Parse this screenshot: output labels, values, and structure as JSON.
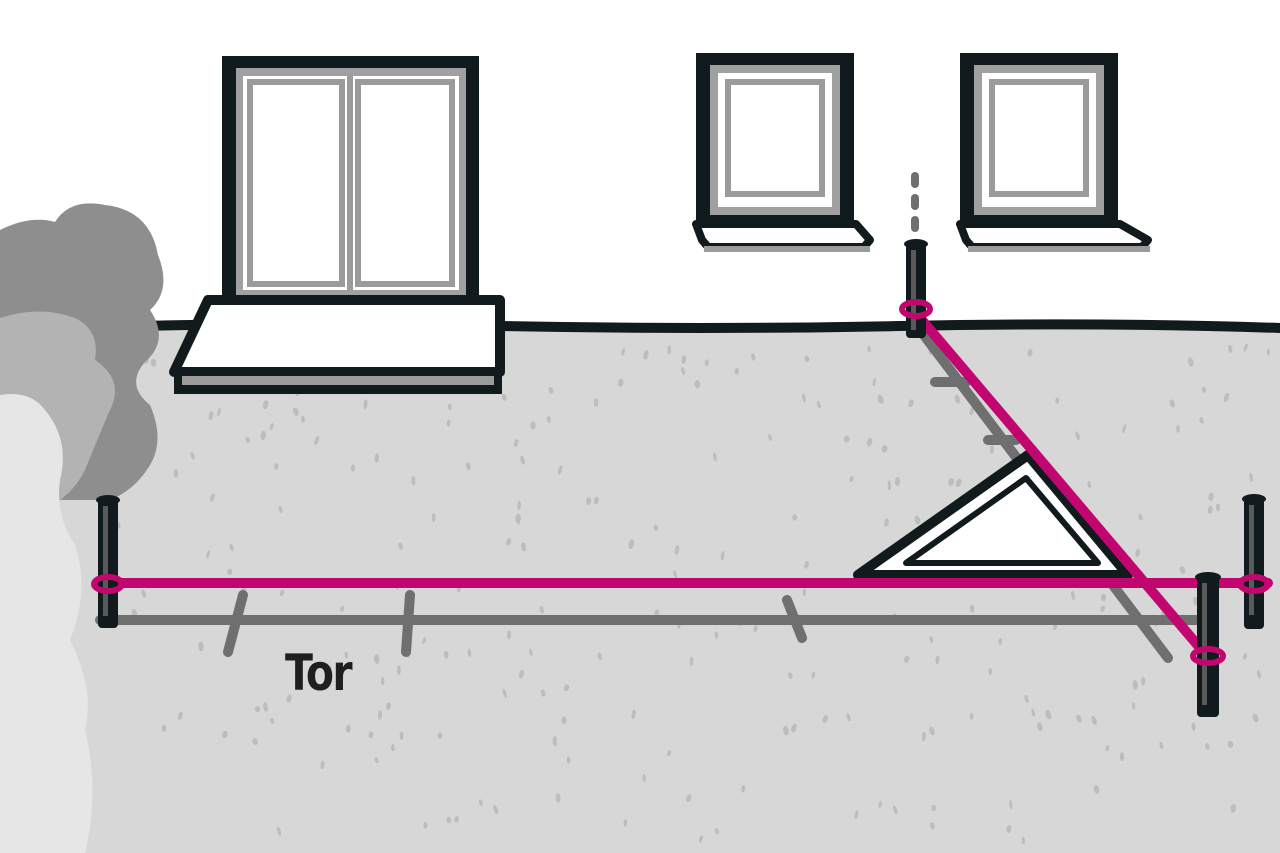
{
  "label": {
    "text": "Tor"
  },
  "colors": {
    "wall": "#ffffff",
    "ground": "#d7d7d7",
    "ground_speckle": "#bdbdbd",
    "outline": "#111a1c",
    "frame_gray": "#9b9b9b",
    "string_magenta": "#c2066f",
    "guide_gray": "#6f6f6f",
    "bush_dark": "#8e8e8e",
    "bush_mid": "#b3b3b3",
    "bush_light": "#e6e6e6"
  },
  "icons": {
    "stakes": "wooden-stake",
    "square_tool": "set-square",
    "door": "double-door",
    "windows": "window"
  }
}
